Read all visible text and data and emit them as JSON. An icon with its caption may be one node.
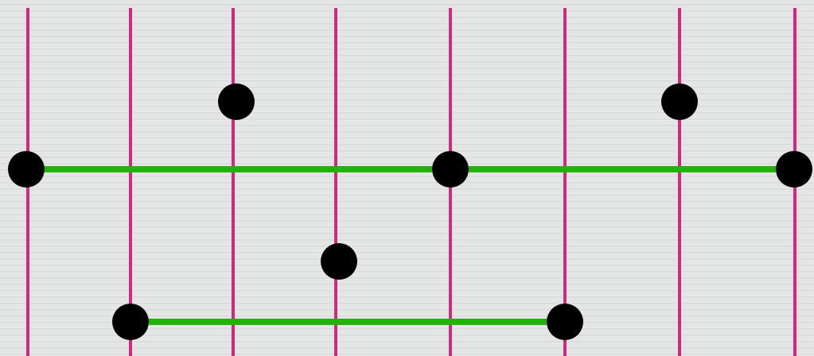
{
  "diagram": {
    "nodes": [
      {
        "text": [],
        "shape": "circle"
      },
      {
        "text": [],
        "shape": "circle"
      },
      {
        "text": [],
        "shape": "circle"
      },
      {
        "text": [],
        "shape": "circle"
      },
      {
        "text": [],
        "shape": "circle"
      },
      {
        "text": [],
        "shape": "circle"
      },
      {
        "text": [],
        "shape": "circle"
      },
      {
        "text": [],
        "shape": "circle"
      }
    ],
    "edges": [
      {
        "from": 0,
        "to": 4,
        "arrow": "none"
      },
      {
        "from": 4,
        "to": 7,
        "arrow": "none"
      },
      {
        "from": 1,
        "to": 5,
        "arrow": "none"
      }
    ]
  }
}
